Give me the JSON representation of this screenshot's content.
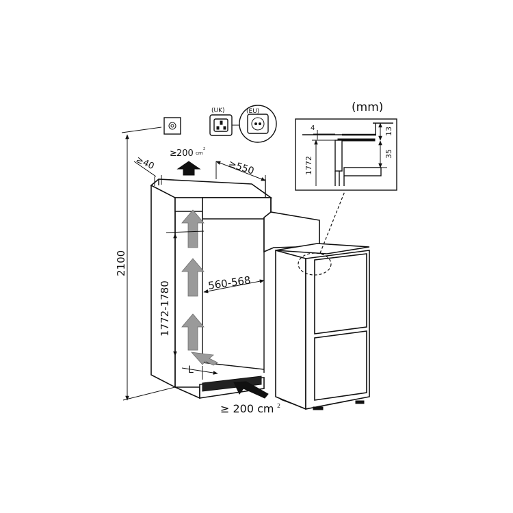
{
  "units": "(mm)",
  "dimensions": {
    "total_height": "2100",
    "niche_height": "1772-1780",
    "niche_width": "560-568",
    "depth": "≥550",
    "top_gap": "≥40",
    "length_marker": "L"
  },
  "ventilation": {
    "top_symbol": "≥",
    "top_value": "200",
    "top_unit": "cm",
    "top_exp": "2",
    "bottom": "≥ 200 cm",
    "bottom_exp": "2"
  },
  "sockets": {
    "uk": "(UK)",
    "eu": "(EU)"
  },
  "detail": {
    "height": "1772",
    "dim_a": "4",
    "dim_b": "13",
    "dim_c": "35"
  }
}
